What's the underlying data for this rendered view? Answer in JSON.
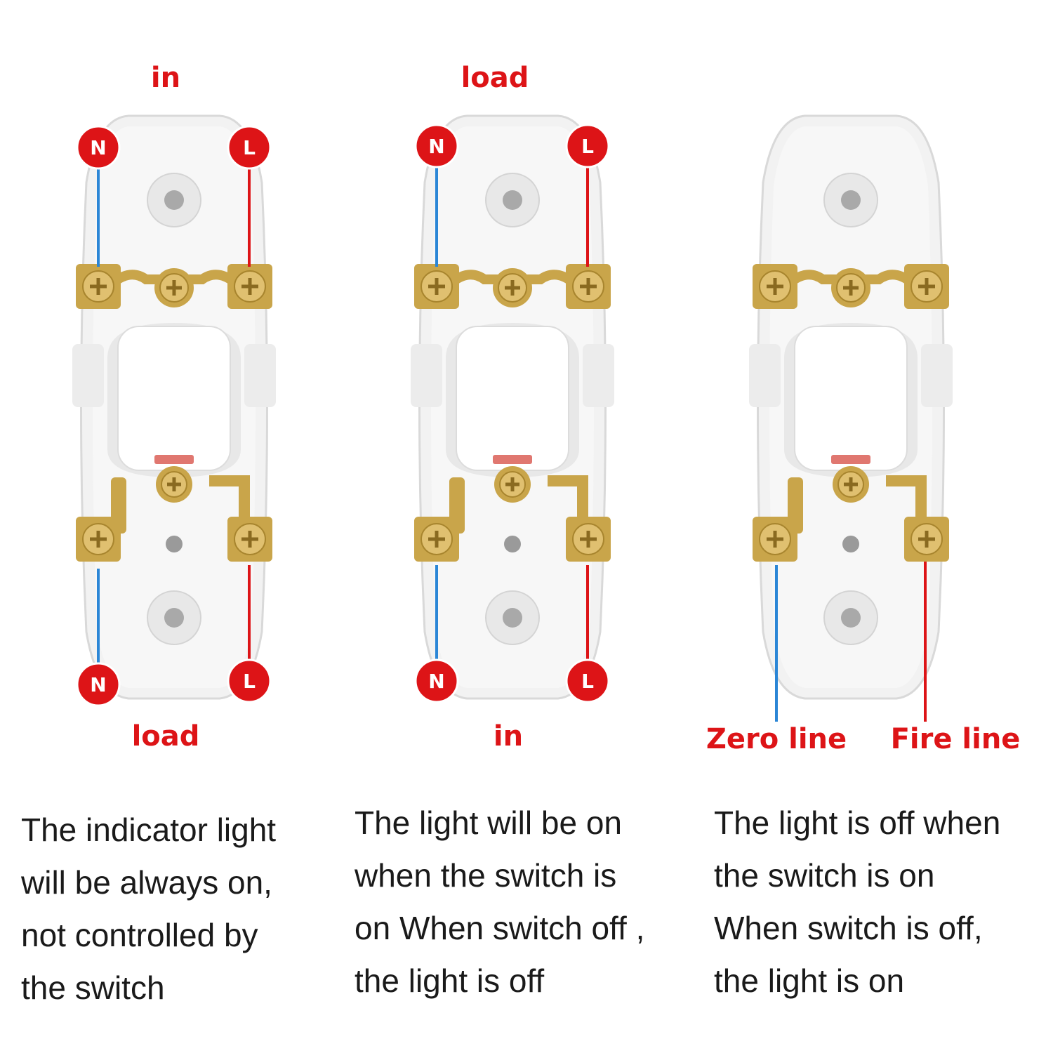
{
  "panels": [
    {
      "top_label": "in",
      "bottom_label": "load",
      "terminals": {
        "top_left": "N",
        "top_right": "L",
        "bottom_left": "N",
        "bottom_right": "L"
      },
      "description": [
        "The indicator light",
        "will be always on,",
        "not controlled by",
        "the switch"
      ]
    },
    {
      "top_label": "load",
      "bottom_label": "in",
      "terminals": {
        "top_left": "N",
        "top_right": "L",
        "bottom_left": "N",
        "bottom_right": "L"
      },
      "description": [
        "The light will be on",
        "when the switch is",
        "on When switch off ,",
        "the light is off"
      ]
    },
    {
      "wire_labels": [
        "Zero line",
        "Fire line"
      ],
      "description": [
        "The light is off when",
        "the switch is on",
        "When switch is off,",
        "the light is on"
      ]
    }
  ],
  "colors": {
    "label_red": "#dd1417",
    "neutral_wire": "#2b86d6",
    "live_wire": "#dd1417",
    "brass": "#c9a54a"
  }
}
